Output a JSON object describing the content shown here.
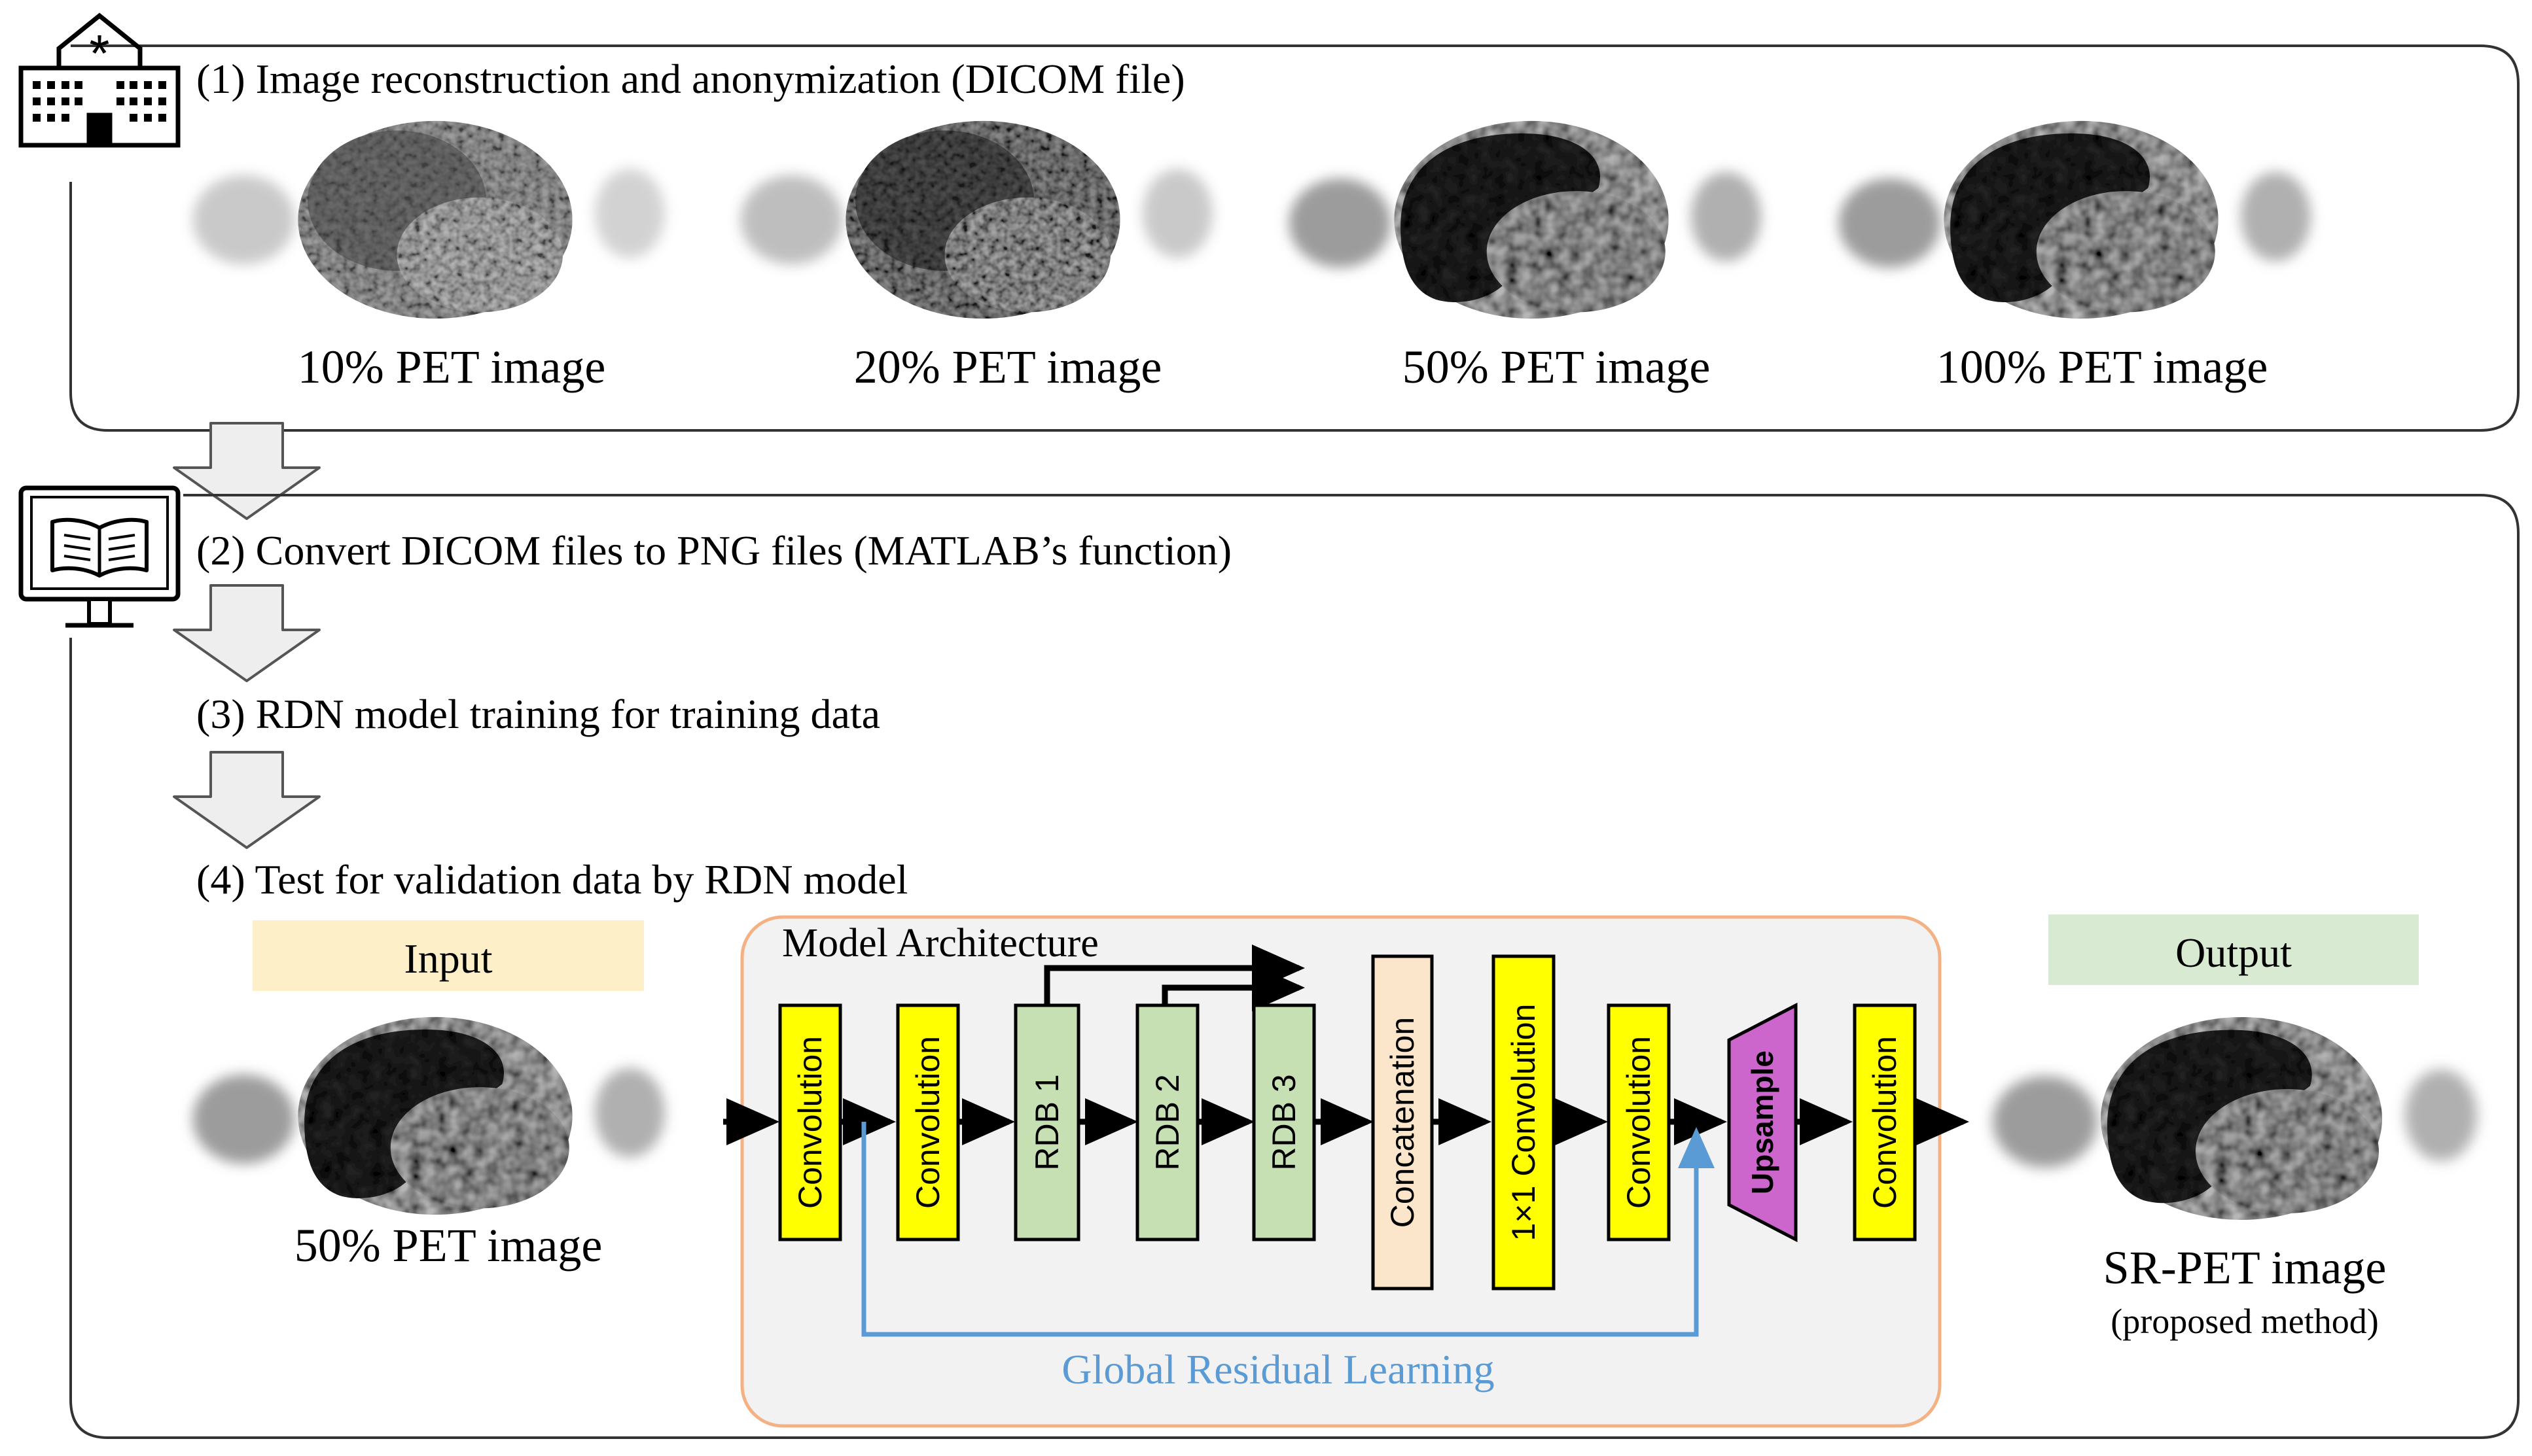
{
  "steps": {
    "step1": "(1) Image reconstruction and anonymization (DICOM file)",
    "step2": "(2) Convert DICOM files to PNG files (MATLAB’s function)",
    "step3": "(3) RDN model training for training data",
    "step4": "(4) Test for validation data by RDN model"
  },
  "pet_images": [
    {
      "label": "10% PET image",
      "dose_fraction": 0.1
    },
    {
      "label": "20% PET image",
      "dose_fraction": 0.2
    },
    {
      "label": "50% PET image",
      "dose_fraction": 0.5
    },
    {
      "label": "100% PET image",
      "dose_fraction": 1.0
    }
  ],
  "input": {
    "header": "Input",
    "label": "50% PET image"
  },
  "output": {
    "header": "Output",
    "label": "SR-PET image",
    "sublabel": "(proposed method)"
  },
  "architecture": {
    "title": "Model Architecture",
    "blocks": {
      "conv1": "Convolution",
      "conv2": "Convolution",
      "rdb1": "RDB 1",
      "rdb2": "RDB 2",
      "rdb3": "RDB 3",
      "concat": "Concatenation",
      "conv1x1": "1×1 Convolution",
      "conv3": "Convolution",
      "upsample": "Upsample",
      "conv4": "Convolution"
    },
    "grl_label": "Global Residual Learning"
  },
  "icons": [
    "hospital-icon",
    "computer-book-icon",
    "down-arrow-icon"
  ],
  "colors": {
    "conv": "#ffff00",
    "rdb": "#c6e0b4",
    "concat": "#fbe5cb",
    "upsample": "#cc66cc",
    "input_header": "#fdefc8",
    "output_header": "#d9ead3",
    "arch_bg": "#f2f2f2",
    "arch_border": "#f4b183",
    "grl": "#5b9bd5"
  }
}
